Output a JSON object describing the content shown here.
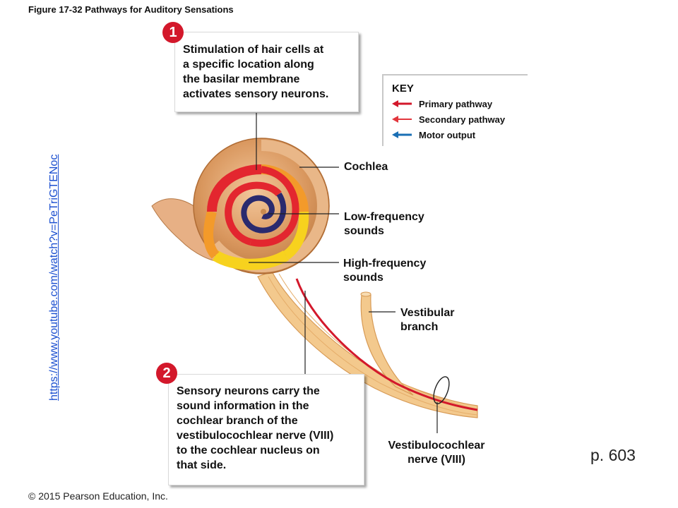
{
  "figure_title": "Figure 17-32  Pathways for Auditory Sensations",
  "steps": [
    {
      "number": "1",
      "lines": [
        "Stimulation of hair cells at",
        "a specific location along",
        "the basilar membrane",
        "activates sensory neurons."
      ]
    },
    {
      "number": "2",
      "lines": [
        "Sensory neurons carry the",
        "sound information in the",
        "cochlear branch of the",
        "vestibulocochlear nerve (VIII)",
        "to the cochlear nucleus on",
        "that side."
      ]
    }
  ],
  "key": {
    "title": "KEY",
    "items": [
      {
        "label": "Primary pathway",
        "color": "#d3182b"
      },
      {
        "label": "Secondary pathway",
        "color": "#e2363d"
      },
      {
        "label": "Motor output",
        "color": "#1a6fb5"
      }
    ]
  },
  "labels": {
    "cochlea": [
      "Cochlea"
    ],
    "low_frequency": [
      "Low-frequency",
      "sounds"
    ],
    "high_frequency": [
      "High-frequency",
      "sounds"
    ],
    "vestibular_branch": [
      "Vestibular",
      "branch"
    ],
    "vestibulocochlear_nerve": [
      "Vestibulocochlear",
      "nerve (VIII)"
    ]
  },
  "side_link": "https://www.youtube.com/watch?v=PeTriGTENoc",
  "copyright": "© 2015 Pearson Education, Inc.",
  "page_number": "p.   603",
  "colors": {
    "cochlea_tan": "#c98a4f",
    "cochlea_light": "#efc59a",
    "basilar_red": "#e3262f",
    "basilar_orange": "#f39a2a",
    "basilar_yellow": "#f7d21e",
    "apex_navy": "#2a2a6e",
    "nerve": "#f3c98d"
  }
}
